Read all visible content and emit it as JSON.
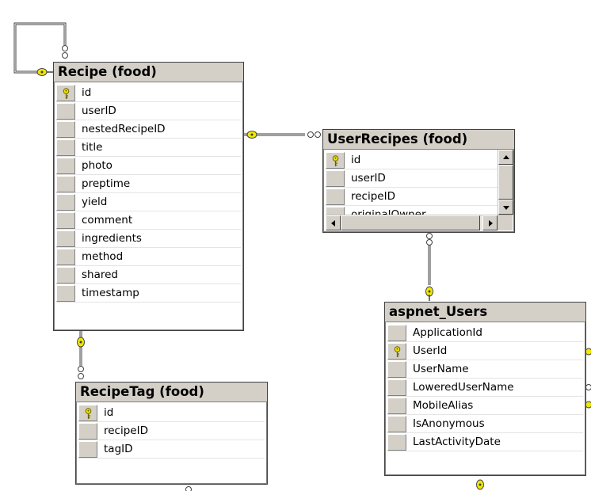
{
  "colors": {
    "title_bar": "#d4d0c8",
    "key_icon": "#f0e800",
    "connector": "#404040"
  },
  "tables": {
    "recipe": {
      "title": "Recipe (food)",
      "columns": [
        {
          "name": "id",
          "key": true
        },
        {
          "name": "userID",
          "key": false
        },
        {
          "name": "nestedRecipeID",
          "key": false
        },
        {
          "name": "title",
          "key": false
        },
        {
          "name": "photo",
          "key": false
        },
        {
          "name": "preptime",
          "key": false
        },
        {
          "name": "yield",
          "key": false
        },
        {
          "name": "comment",
          "key": false
        },
        {
          "name": "ingredients",
          "key": false
        },
        {
          "name": "method",
          "key": false
        },
        {
          "name": "shared",
          "key": false
        },
        {
          "name": "timestamp",
          "key": false
        }
      ]
    },
    "user_recipes": {
      "title": "UserRecipes (food)",
      "columns": [
        {
          "name": "id",
          "key": true
        },
        {
          "name": "userID",
          "key": false
        },
        {
          "name": "recipeID",
          "key": false
        },
        {
          "name": "originalOwner",
          "key": false
        }
      ]
    },
    "recipe_tag": {
      "title": "RecipeTag (food)",
      "columns": [
        {
          "name": "id",
          "key": true
        },
        {
          "name": "recipeID",
          "key": false
        },
        {
          "name": "tagID",
          "key": false
        }
      ]
    },
    "aspnet_users": {
      "title": "aspnet_Users",
      "columns": [
        {
          "name": "ApplicationId",
          "key": false
        },
        {
          "name": "UserId",
          "key": true
        },
        {
          "name": "UserName",
          "key": false
        },
        {
          "name": "LoweredUserName",
          "key": false
        },
        {
          "name": "MobileAlias",
          "key": false
        },
        {
          "name": "IsAnonymous",
          "key": false
        },
        {
          "name": "LastActivityDate",
          "key": false
        }
      ]
    }
  }
}
